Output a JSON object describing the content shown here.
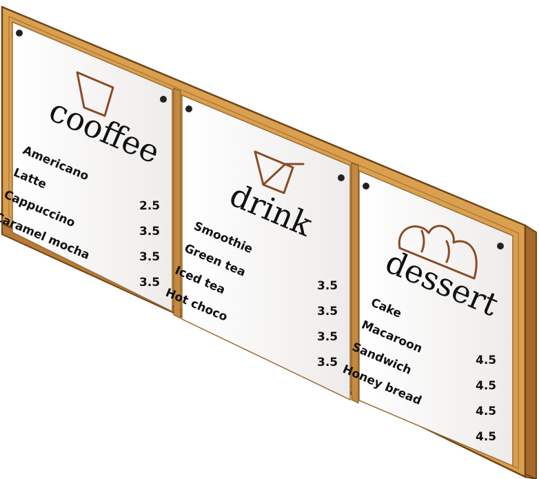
{
  "panels": [
    {
      "title": "cooffee",
      "icon": "cup-icon",
      "items": [
        "Americano",
        "Latte",
        "Cappuccino",
        "Caramel mocha"
      ],
      "prices": [
        "2.5",
        "3.5",
        "3.5",
        "3.5"
      ]
    },
    {
      "title": "drink",
      "icon": "drink-cup-with-straw-icon",
      "items": [
        "Smoothie",
        "Green tea",
        "Iced tea",
        "Hot choco"
      ],
      "prices": [
        "3.5",
        "3.5",
        "3.5",
        "3.5"
      ]
    },
    {
      "title": "dessert",
      "icon": "bread-icon",
      "items": [
        "Cake",
        "Macaroon",
        "Sandwich",
        "Honey bread"
      ],
      "prices": [
        "4.5",
        "4.5",
        "4.5",
        "4.5"
      ]
    }
  ],
  "colors": {
    "frame": "#d9a050",
    "frame_dark": "#a86a2a",
    "frame_edge": "#8a5520",
    "panel": "#f6f5f3",
    "icon_stroke": "#8a4a24",
    "pin": "#222222"
  }
}
